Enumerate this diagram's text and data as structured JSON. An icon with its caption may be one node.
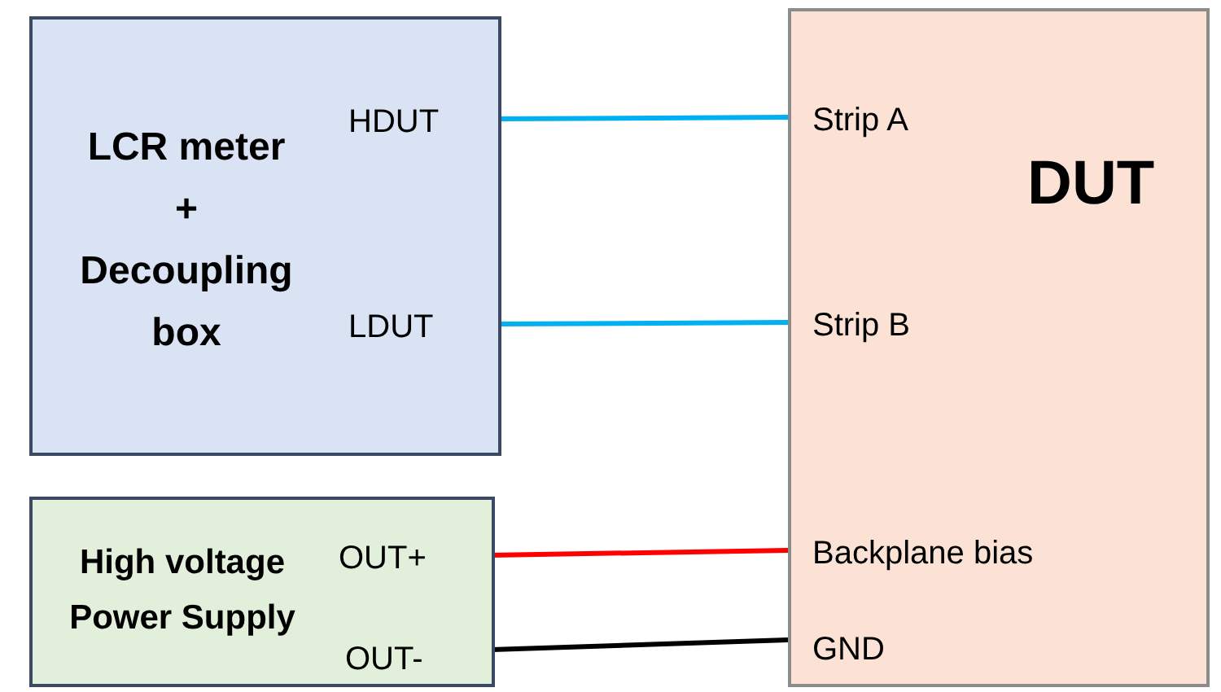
{
  "diagram": {
    "nodes": [
      {
        "text": [
          "LCR meter + Decoupling box"
        ]
      },
      {
        "text": [
          "HDUT"
        ],
        "in": 0
      },
      {
        "text": [
          "LDUT"
        ],
        "in": 0
      },
      {
        "text": [
          "High voltage Power Supply"
        ]
      },
      {
        "text": [
          "OUT+"
        ],
        "in": 3
      },
      {
        "text": [
          "OUT-"
        ],
        "in": 3
      },
      {
        "text": [
          "DUT"
        ]
      },
      {
        "text": [
          "Strip A"
        ],
        "in": 6
      },
      {
        "text": [
          "Strip B"
        ],
        "in": 6
      },
      {
        "text": [
          "Backplane bias"
        ],
        "in": 6
      },
      {
        "text": [
          "GND"
        ],
        "in": 6
      }
    ],
    "edges": [
      {
        "from": 1,
        "to": 7,
        "arrow": "none",
        "color": "#00b0f0"
      },
      {
        "from": 2,
        "to": 8,
        "arrow": "none",
        "color": "#00b0f0"
      },
      {
        "from": 4,
        "to": 9,
        "arrow": "none",
        "color": "#ff0000"
      },
      {
        "from": 5,
        "to": 10,
        "arrow": "none",
        "color": "#000000"
      }
    ]
  }
}
